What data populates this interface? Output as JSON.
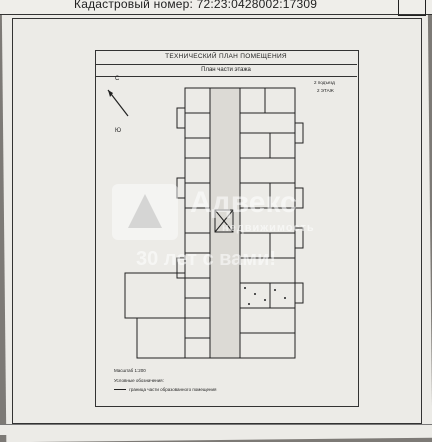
{
  "header": {
    "cadastral_label": "Кадастровый номер: 72:23:0428002:17309"
  },
  "plan": {
    "title": "ТЕХНИЧЕСКИЙ ПЛАН ПОМЕЩЕНИЯ",
    "subtitle": "План части этажа",
    "note_1": "2 подъезд",
    "note_2": "2 ЭТАЖ",
    "compass_north": "С",
    "compass_south": "Ю",
    "scale": "Масштаб 1:200",
    "legend_title": "Условные обозначения:",
    "legend_item": "граница части образованного помещения"
  },
  "watermark": {
    "brand": "Адвекс",
    "tag": "недвижимость",
    "years": "30 лет с вами!"
  },
  "icons": {
    "compass": "compass-arrow-icon",
    "logo": "advecs-logo-icon"
  }
}
